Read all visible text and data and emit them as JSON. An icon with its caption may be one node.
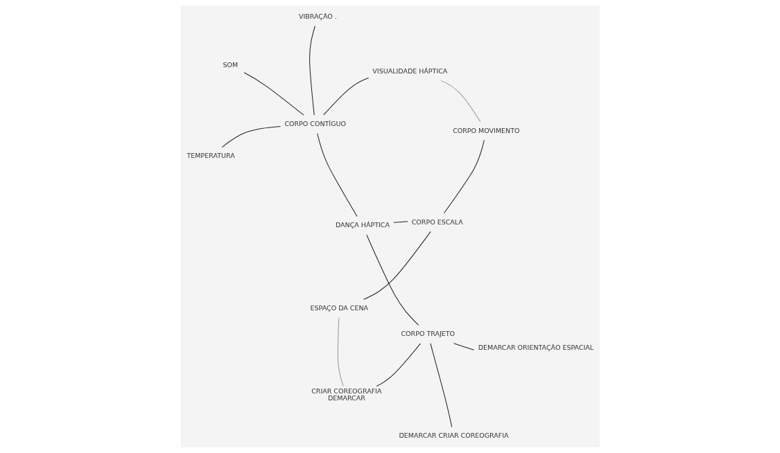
{
  "diagram": {
    "nodes": [
      {
        "text": [
          "DANÇA HÁPTICA"
        ]
      },
      {
        "text": [
          "DEMARCAR ORIENTAÇÃO ESPACIAL"
        ]
      },
      {
        "text": [
          "CORPO TRAJETO"
        ]
      },
      {
        "text": [
          "CORPO CONTÍGUO"
        ]
      },
      {
        "text": [
          "VIBRAÇÃO ."
        ]
      },
      {
        "text": [
          "SOM"
        ]
      },
      {
        "text": [
          "TEMPERATURA"
        ]
      },
      {
        "text": [
          "DEMARCAR CRIAR COREOGRAFIA"
        ]
      },
      {
        "text": [
          "CRIAR COREOGRAFIA",
          "DEMARCAR"
        ]
      },
      {
        "text": [
          "CORPO ESCALA"
        ]
      },
      {
        "text": [
          "ESPAÇO DA CENA"
        ]
      },
      {
        "text": [
          "CORPO MOVIMENTO"
        ]
      },
      {
        "text": [
          "VISUALIDADE HÁPTICA"
        ]
      }
    ],
    "edges": [
      {
        "from": 0,
        "to": 2,
        "arrow": "none"
      },
      {
        "from": 0,
        "to": 9,
        "arrow": "none"
      },
      {
        "from": 0,
        "to": 3,
        "arrow": "none"
      },
      {
        "from": 3,
        "to": 4,
        "arrow": "none"
      },
      {
        "from": 3,
        "to": 5,
        "arrow": "none"
      },
      {
        "from": 3,
        "to": 6,
        "arrow": "none"
      },
      {
        "from": 3,
        "to": 12,
        "arrow": "none"
      },
      {
        "from": 2,
        "to": 1,
        "arrow": "none"
      },
      {
        "from": 2,
        "to": 7,
        "arrow": "none"
      },
      {
        "from": 2,
        "to": 8,
        "arrow": "none"
      },
      {
        "from": 8,
        "to": 10,
        "arrow": "none",
        "color": "#9a9a9a"
      },
      {
        "from": 10,
        "to": 9,
        "arrow": "none"
      },
      {
        "from": 9,
        "to": 11,
        "arrow": "none"
      },
      {
        "from": 11,
        "to": 12,
        "arrow": "none",
        "color": "#9a9a9a"
      }
    ]
  }
}
